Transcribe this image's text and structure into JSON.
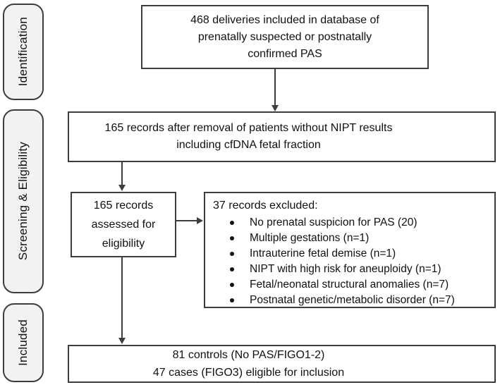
{
  "stages": [
    {
      "label": "Identification"
    },
    {
      "label": "Screening & Eligibility"
    },
    {
      "label": "Included"
    }
  ],
  "boxes": {
    "database": {
      "lines": [
        "468 deliveries included in database of",
        "prenatally suspected or postnatally",
        "confirmed PAS"
      ]
    },
    "nipt_records": {
      "lines": [
        "165 records after removal of patients without NIPT results",
        "including cfDNA fetal fraction"
      ]
    },
    "assessed": {
      "lines": [
        "165 records",
        "assessed for",
        "eligibility"
      ]
    },
    "excluded": {
      "title": "37 records excluded:",
      "items": [
        "No prenatal suspicion for PAS (20)",
        "Multiple gestations (n=1)",
        "Intrauterine fetal demise (n=1)",
        "NIPT with high risk for aneuploidy (n=1)",
        "Fetal/neonatal structural anomalies (n=7)",
        "Postnatal genetic/metabolic disorder (n=7)"
      ]
    },
    "included": {
      "lines": [
        "81 controls (No PAS/FIGO1-2)",
        "47 cases (FIGO3) eligible for inclusion"
      ]
    }
  },
  "colors": {
    "box_border": "#3d3d3d",
    "stage_fill": "#f2f2f2",
    "background": "#ffffff",
    "text": "#111111"
  }
}
